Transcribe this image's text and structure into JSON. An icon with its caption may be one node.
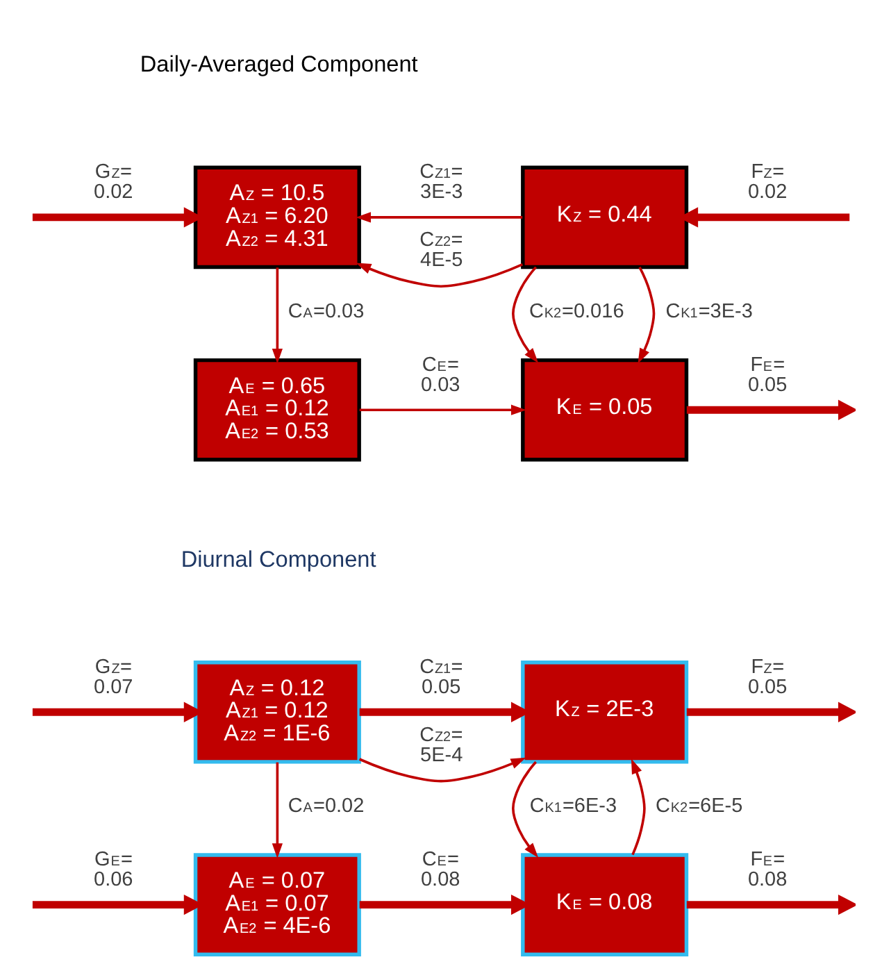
{
  "diagram": {
    "nodes": [
      {
        "text": [
          "A$_{Z}$ = 10.5",
          "A$_{Z1}$ = 6.20",
          "A$_{Z2}$ = 4.31"
        ]
      },
      {
        "text": [
          "K$_{Z}$ = 0.44"
        ]
      },
      {
        "text": [
          "A$_{E}$ = 0.65",
          "A$_{E1}$ = 0.12",
          "A$_{E2}$ = 0.53"
        ]
      },
      {
        "text": [
          "K$_{E}$ = 0.05"
        ]
      },
      {
        "text": [
          "A$_{Z}$ = 0.12",
          "A$_{Z1}$ = 0.12",
          "A$_{Z2}$ = 1E-6"
        ]
      },
      {
        "text": [
          "K$_{Z}$ = 2E-3"
        ]
      },
      {
        "text": [
          "A$_{E}$ = 0.07",
          "A$_{E1}$ = 0.07",
          "A$_{E2}$ = 4E-6"
        ]
      },
      {
        "text": [
          "K$_{E}$ = 0.08"
        ]
      }
    ],
    "edges": [
      {
        "from": null,
        "to": 0,
        "arrow": "to",
        "label": "G$_{Z}$= 0.02",
        "style": "thick"
      },
      {
        "from": 1,
        "to": 0,
        "arrow": "to",
        "label": "C$_{Z1}$= 3E-3"
      },
      {
        "from": 1,
        "to": 0,
        "arrow": "to",
        "label": "C$_{Z2}$= 4E-5"
      },
      {
        "from": null,
        "to": 1,
        "arrow": "to",
        "label": "F$_{Z}$= 0.02",
        "style": "thick"
      },
      {
        "from": 0,
        "to": 2,
        "arrow": "to",
        "label": "C$_{A}$=0.03"
      },
      {
        "from": 1,
        "to": 3,
        "arrow": "to",
        "label": "C$_{K2}$=0.016"
      },
      {
        "from": 1,
        "to": 3,
        "arrow": "to",
        "label": "C$_{K1}$=3E-3"
      },
      {
        "from": 2,
        "to": 3,
        "arrow": "to",
        "label": "C$_{E}$= 0.03"
      },
      {
        "from": 3,
        "to": null,
        "arrow": "to",
        "label": "F$_{E}$= 0.05",
        "style": "thick"
      },
      {
        "from": null,
        "to": 4,
        "arrow": "to",
        "label": "G$_{Z}$= 0.07",
        "style": "thick"
      },
      {
        "from": 4,
        "to": 5,
        "arrow": "to",
        "label": "C$_{Z1}$= 0.05",
        "style": "thick"
      },
      {
        "from": 4,
        "to": 5,
        "arrow": "to",
        "label": "C$_{Z2}$= 5E-4"
      },
      {
        "from": 5,
        "to": null,
        "arrow": "to",
        "label": "F$_{Z}$= 0.05",
        "style": "thick"
      },
      {
        "from": 4,
        "to": 6,
        "arrow": "to",
        "label": "C$_{A}$=0.02"
      },
      {
        "from": 5,
        "to": 7,
        "arrow": "to",
        "label": "C$_{K1}$=6E-3"
      },
      {
        "from": 7,
        "to": 5,
        "arrow": "to",
        "label": "C$_{K2}$=6E-5"
      },
      {
        "from": null,
        "to": 6,
        "arrow": "to",
        "label": "G$_{E}$= 0.06",
        "style": "thick"
      },
      {
        "from": 6,
        "to": 7,
        "arrow": "to",
        "label": "C$_{E}$= 0.08",
        "style": "thick"
      },
      {
        "from": 7,
        "to": null,
        "arrow": "to",
        "label": "F$_{E}$= 0.08",
        "style": "thick"
      }
    ],
    "labels": [
      "Daily-Averaged Component",
      "Diurnal Component"
    ]
  }
}
